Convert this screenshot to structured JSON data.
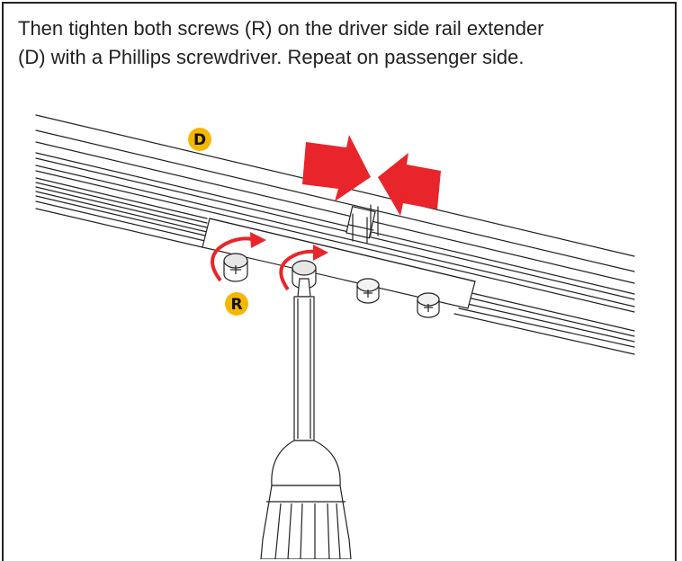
{
  "instruction": {
    "line1": "Then tighten both screws (R) on the driver side rail extender",
    "line2": "(D) with a Phillips screwdriver. Repeat on passenger side."
  },
  "callouts": {
    "rail": "D",
    "screws": "R"
  },
  "colors": {
    "callout_fill": "#f5b800",
    "arrow_red": "#e8252a",
    "line": "#222222"
  },
  "icons": {
    "compress_arrows": "red-push-arrows",
    "rotate_arrows": "red-clockwise-rotation-arrows",
    "tool": "phillips-screwdriver"
  }
}
